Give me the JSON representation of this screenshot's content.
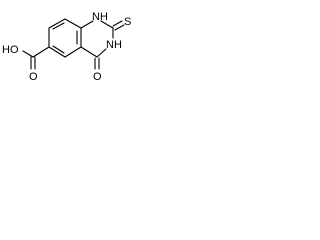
{
  "molecule": {
    "atoms": {
      "n1": "NH",
      "n3": "NH",
      "s": "S",
      "o4": "O",
      "o_carbonyl": "O",
      "o_hydroxyl": "HO"
    }
  },
  "colors": {
    "bond": "#000000",
    "label": "#000000",
    "background": "#ffffff"
  }
}
